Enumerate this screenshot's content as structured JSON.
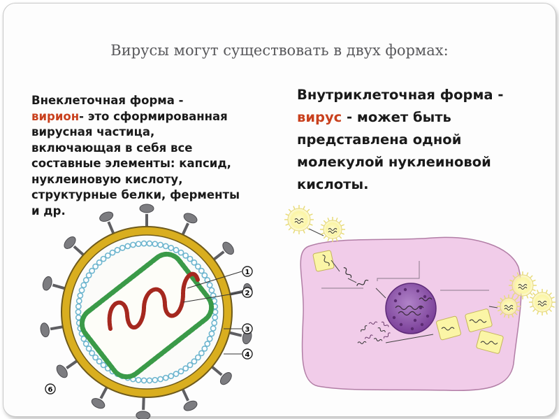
{
  "title": "Вирусы могут существовать в двух формах:",
  "left_block": {
    "line1": "Внеклеточная форма -",
    "term": "вирион",
    "after_term": "- это сформированная",
    "rest": [
      "вирусная частица,",
      "включающая в себя все",
      "составные элементы: капсид,",
      "нуклеиновую кислоту,",
      "структурные белки, ферменты",
      "и др."
    ]
  },
  "right_block": {
    "line1": "Внутриклеточная форма -",
    "term": "вирус",
    "after_term": "- может быть",
    "rest": [
      "представлена одной",
      "молекулой нуклеиновой",
      "кислоты."
    ]
  },
  "virion_labels": [
    "1",
    "2",
    "3",
    "4",
    "6"
  ],
  "colors": {
    "envelope": "#d9ae1f",
    "capsid_ring": "#7fc0d6",
    "core": "#3a9a48",
    "rna": "#a5281f",
    "spike": "#7c7c80",
    "cell": "#f1cce9",
    "nucleus": "#8a4ea7",
    "virus_glow": "#fbf7b4"
  }
}
